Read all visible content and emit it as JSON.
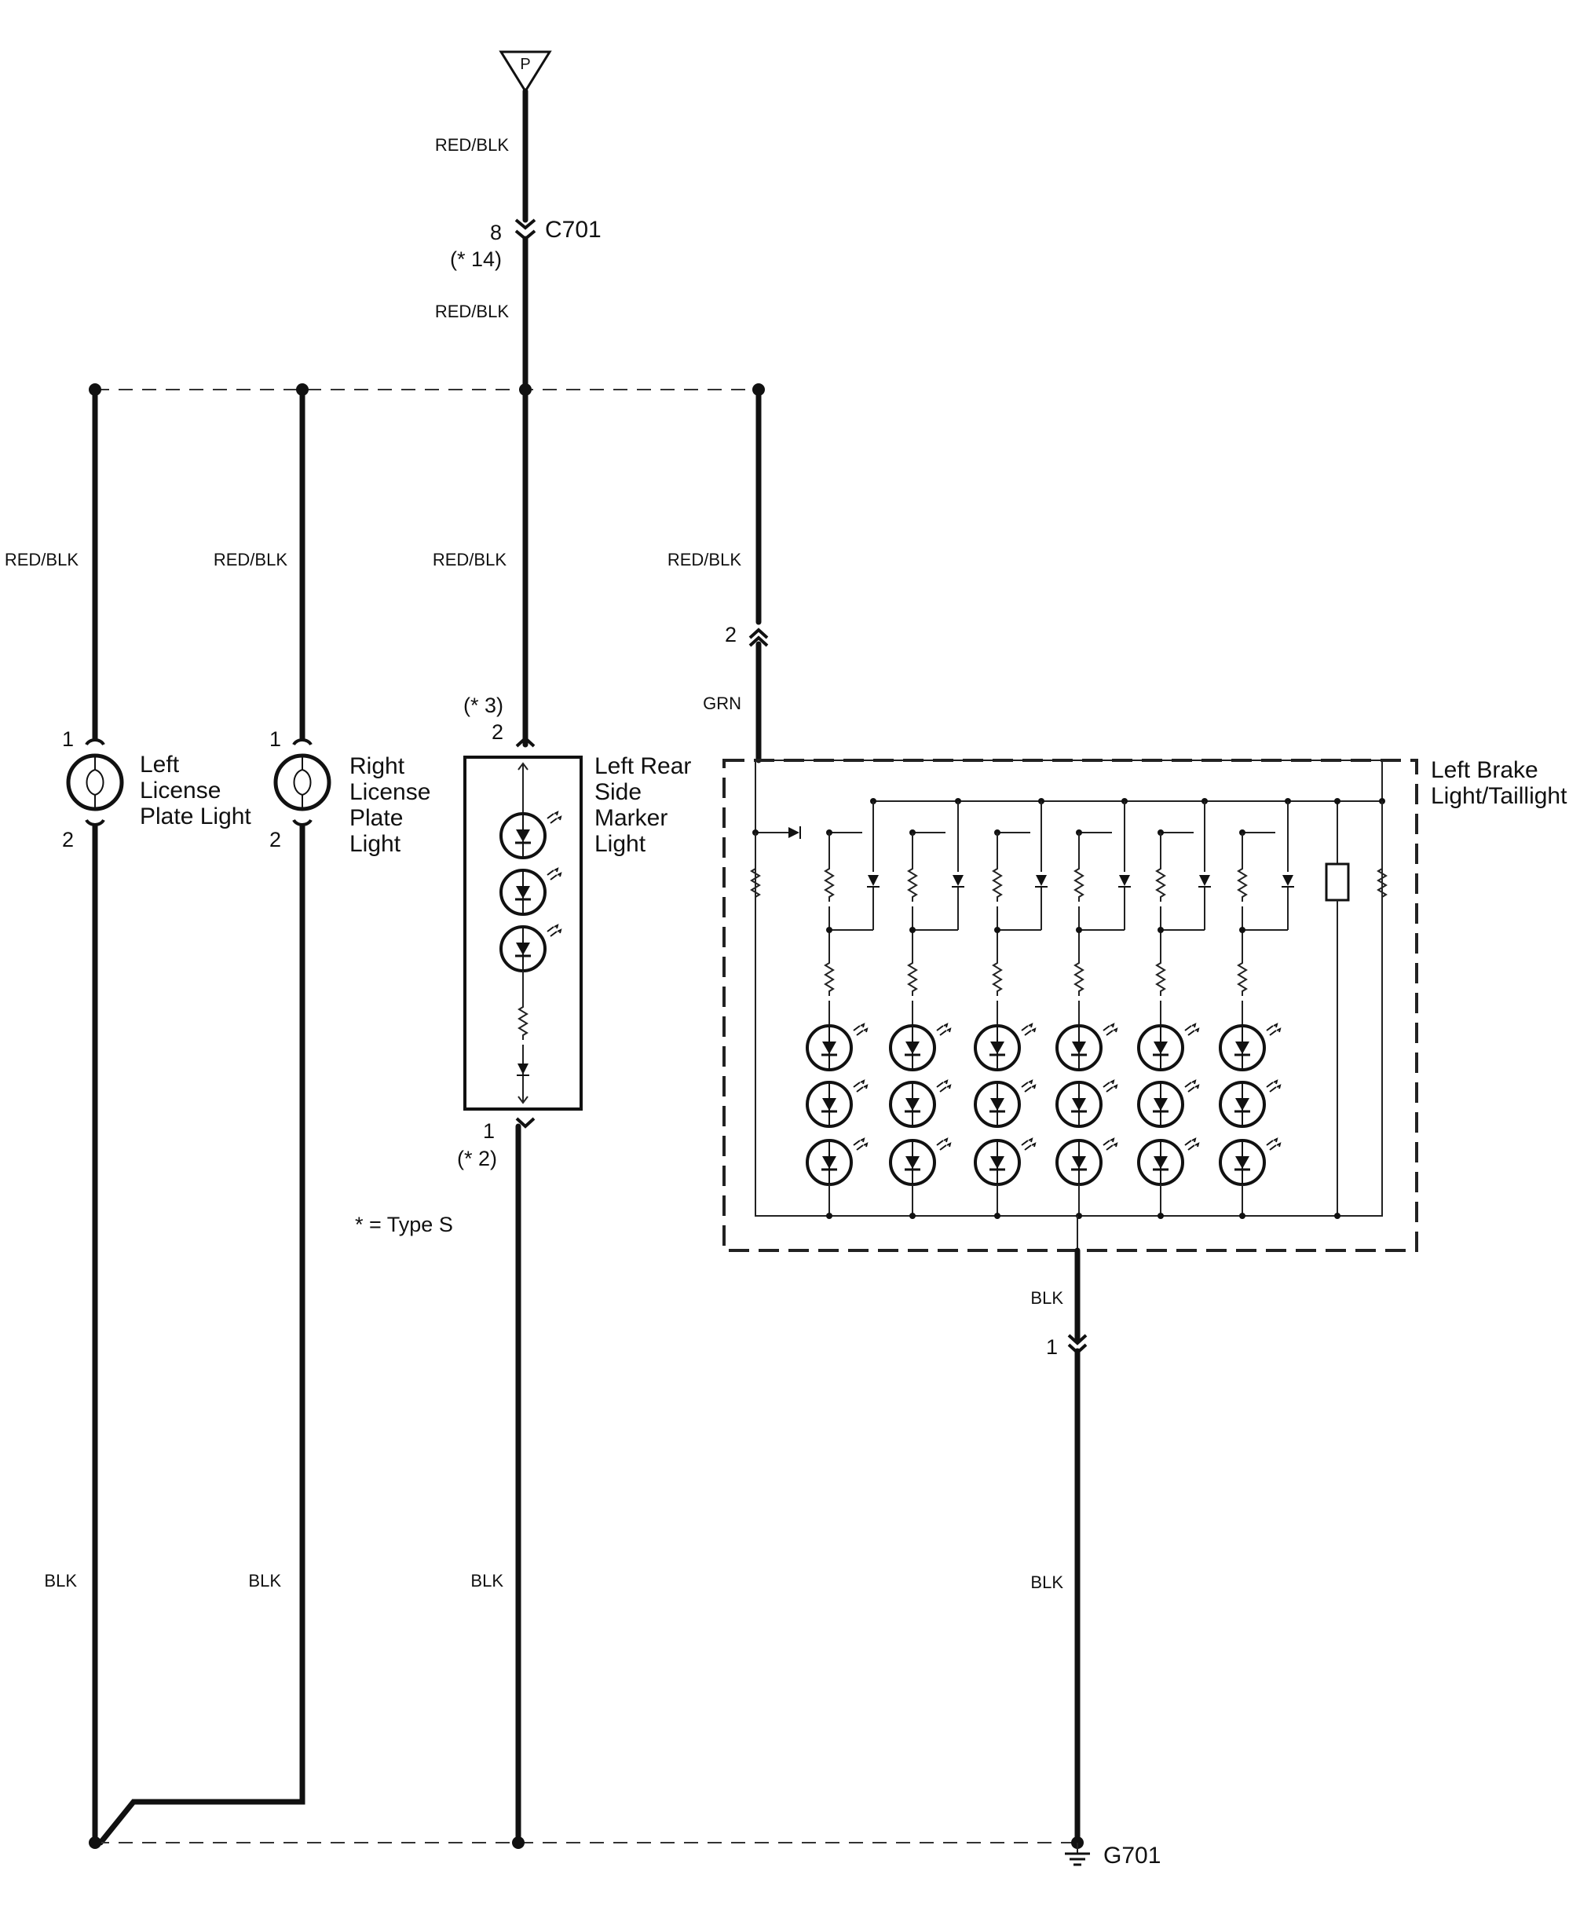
{
  "power_source": {
    "label": "P"
  },
  "wires": {
    "feed_top": "RED/BLK",
    "feed_below_connector": "RED/BLK",
    "left_license_feed": "RED/BLK",
    "right_license_feed": "RED/BLK",
    "side_marker_feed": "RED/BLK",
    "brake_feed": "RED/BLK",
    "brake_grn": "GRN",
    "left_license_ground": "BLK",
    "right_license_ground": "BLK",
    "side_marker_ground": "BLK",
    "brake_ground_upper": "BLK",
    "brake_ground_lower": "BLK"
  },
  "connectors": {
    "c701": {
      "name": "C701",
      "pin": "8",
      "alt_pin": "(* 14)"
    },
    "brake_pin2": "2",
    "ground_pin1": "1"
  },
  "components": {
    "left_license": {
      "label_lines": [
        "Left",
        "License",
        "Plate Light"
      ],
      "pin_top": "1",
      "pin_bottom": "2"
    },
    "right_license": {
      "label_lines": [
        "Right",
        "License",
        "Plate",
        "Light"
      ],
      "pin_top": "1",
      "pin_bottom": "2"
    },
    "side_marker": {
      "label_lines": [
        "Left Rear",
        "Side",
        "Marker",
        "Light"
      ],
      "pin_top_alt": "(* 3)",
      "pin_top": "2",
      "pin_bottom": "1",
      "pin_bottom_alt": "(* 2)"
    },
    "brake_light": {
      "label_lines": [
        "Left Brake",
        "Light/Taillight"
      ]
    }
  },
  "ground": {
    "label": "G701"
  },
  "legend": {
    "type_s_note": "* = Type S"
  }
}
